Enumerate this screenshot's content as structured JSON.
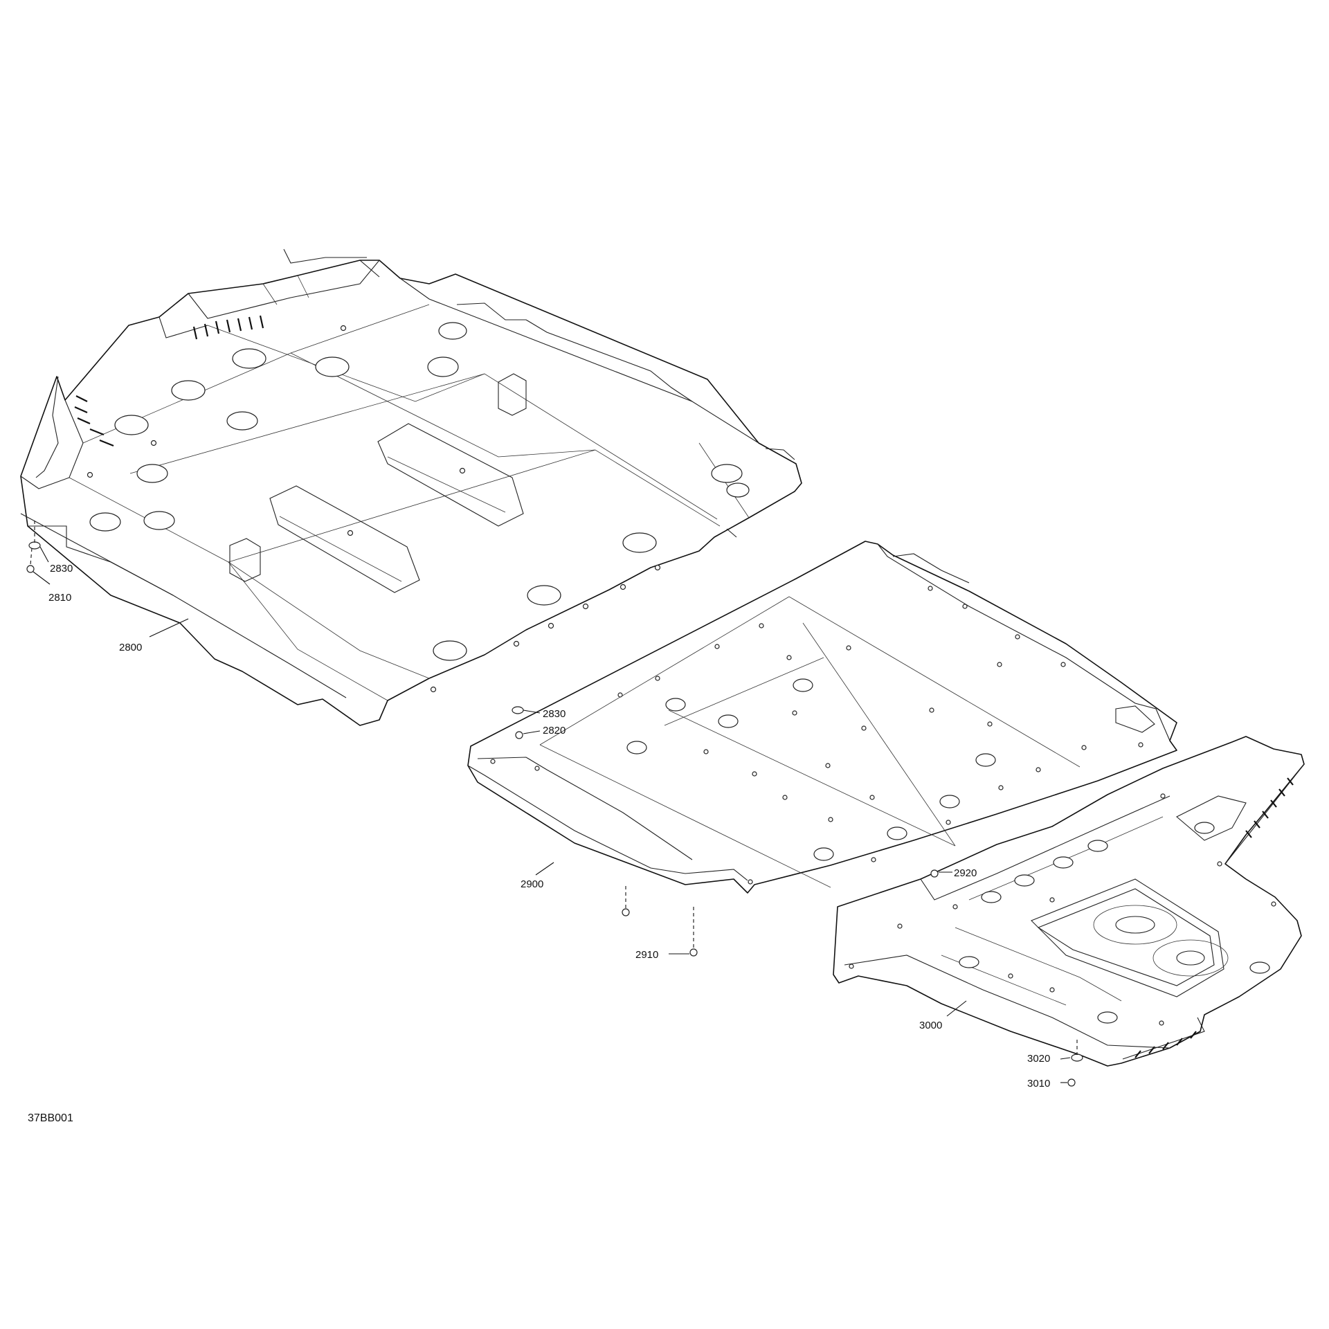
{
  "diagram": {
    "figure_id": "37BB001",
    "callouts": [
      {
        "id": "c-2830a",
        "text": "2830"
      },
      {
        "id": "c-2810",
        "text": "2810"
      },
      {
        "id": "c-2800",
        "text": "2800"
      },
      {
        "id": "c-2830b",
        "text": "2830"
      },
      {
        "id": "c-2820",
        "text": "2820"
      },
      {
        "id": "c-2900",
        "text": "2900"
      },
      {
        "id": "c-2920",
        "text": "2920"
      },
      {
        "id": "c-2910",
        "text": "2910"
      },
      {
        "id": "c-3000",
        "text": "3000"
      },
      {
        "id": "c-3020",
        "text": "3020"
      },
      {
        "id": "c-3010",
        "text": "3010"
      }
    ],
    "colors": {
      "line": "#111111",
      "background": "#ffffff"
    }
  }
}
